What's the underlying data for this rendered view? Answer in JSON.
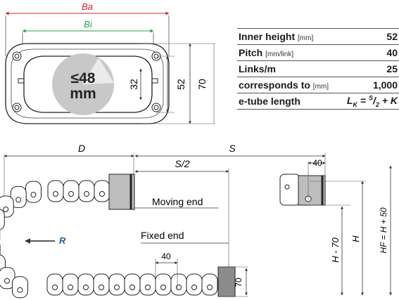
{
  "cross_section": {
    "width_outer_label": "Ba",
    "width_inner_label": "Bi",
    "bend_label_line1": "≤48",
    "bend_label_line2": "mm",
    "dim_inner": "32",
    "dim_mid": "52",
    "dim_outer": "70"
  },
  "spec_table": [
    {
      "label": "Inner height",
      "unit": "[mm]",
      "value": "52"
    },
    {
      "label": "Pitch",
      "unit": "[mm/link]",
      "value": "40"
    },
    {
      "label": "Links/m",
      "unit": "",
      "value": "25"
    },
    {
      "label": "corresponds to",
      "unit": "[mm]",
      "value": "1,000"
    },
    {
      "label": "e-tube length",
      "unit": "",
      "value": ""
    }
  ],
  "formula": {
    "lhs": "L",
    "lhs_sub": "K",
    "eq": " = ",
    "num": "S",
    "slash": "/",
    "den": "2",
    "tail": " + K"
  },
  "side_view": {
    "D": "D",
    "S": "S",
    "S_half": "S/2",
    "moving_end": "Moving end",
    "fixed_end": "Fixed end",
    "R": "R",
    "pitch": "40",
    "end_height": "70",
    "right_pitch": "40",
    "H_minus": "H - 70",
    "H": "H",
    "HF": "HF = H + 50"
  },
  "colors": {
    "Ba": "#d9262b",
    "Bi": "#2e9c4a",
    "R": "#1f5fa6",
    "gray_circle": "#c8c8c8"
  }
}
